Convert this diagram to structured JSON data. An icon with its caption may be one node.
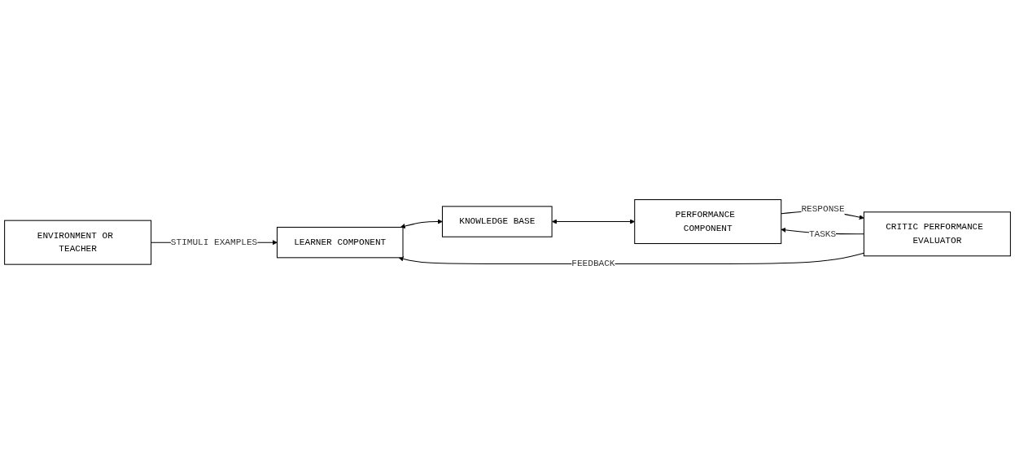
{
  "diagram": {
    "nodes": [
      {
        "text": [
          "ENVIRONMENT OR TEACHER"
        ]
      },
      {
        "text": [
          "LEARNER COMPONENT"
        ]
      },
      {
        "text": [
          "KNOWLEDGE BASE"
        ]
      },
      {
        "text": [
          "CRITIC PERFORMANCE EVALUATOR"
        ]
      },
      {
        "text": [
          "PERFORMANCE COMPONENT"
        ]
      }
    ],
    "edges": [
      {
        "from": 0,
        "to": 1,
        "arrow": "to",
        "label": "STIMULI EXAMPLES"
      },
      {
        "from": 3,
        "to": 1,
        "arrow": "to",
        "label": "FEEDBACK"
      },
      {
        "from": 1,
        "to": 2,
        "arrow": "both"
      },
      {
        "from": 2,
        "to": 4,
        "arrow": "both"
      },
      {
        "from": 4,
        "to": 3,
        "arrow": "to",
        "label": "RESPONSE"
      },
      {
        "from": 3,
        "to": 4,
        "arrow": "to",
        "label": "TASKS"
      }
    ]
  }
}
